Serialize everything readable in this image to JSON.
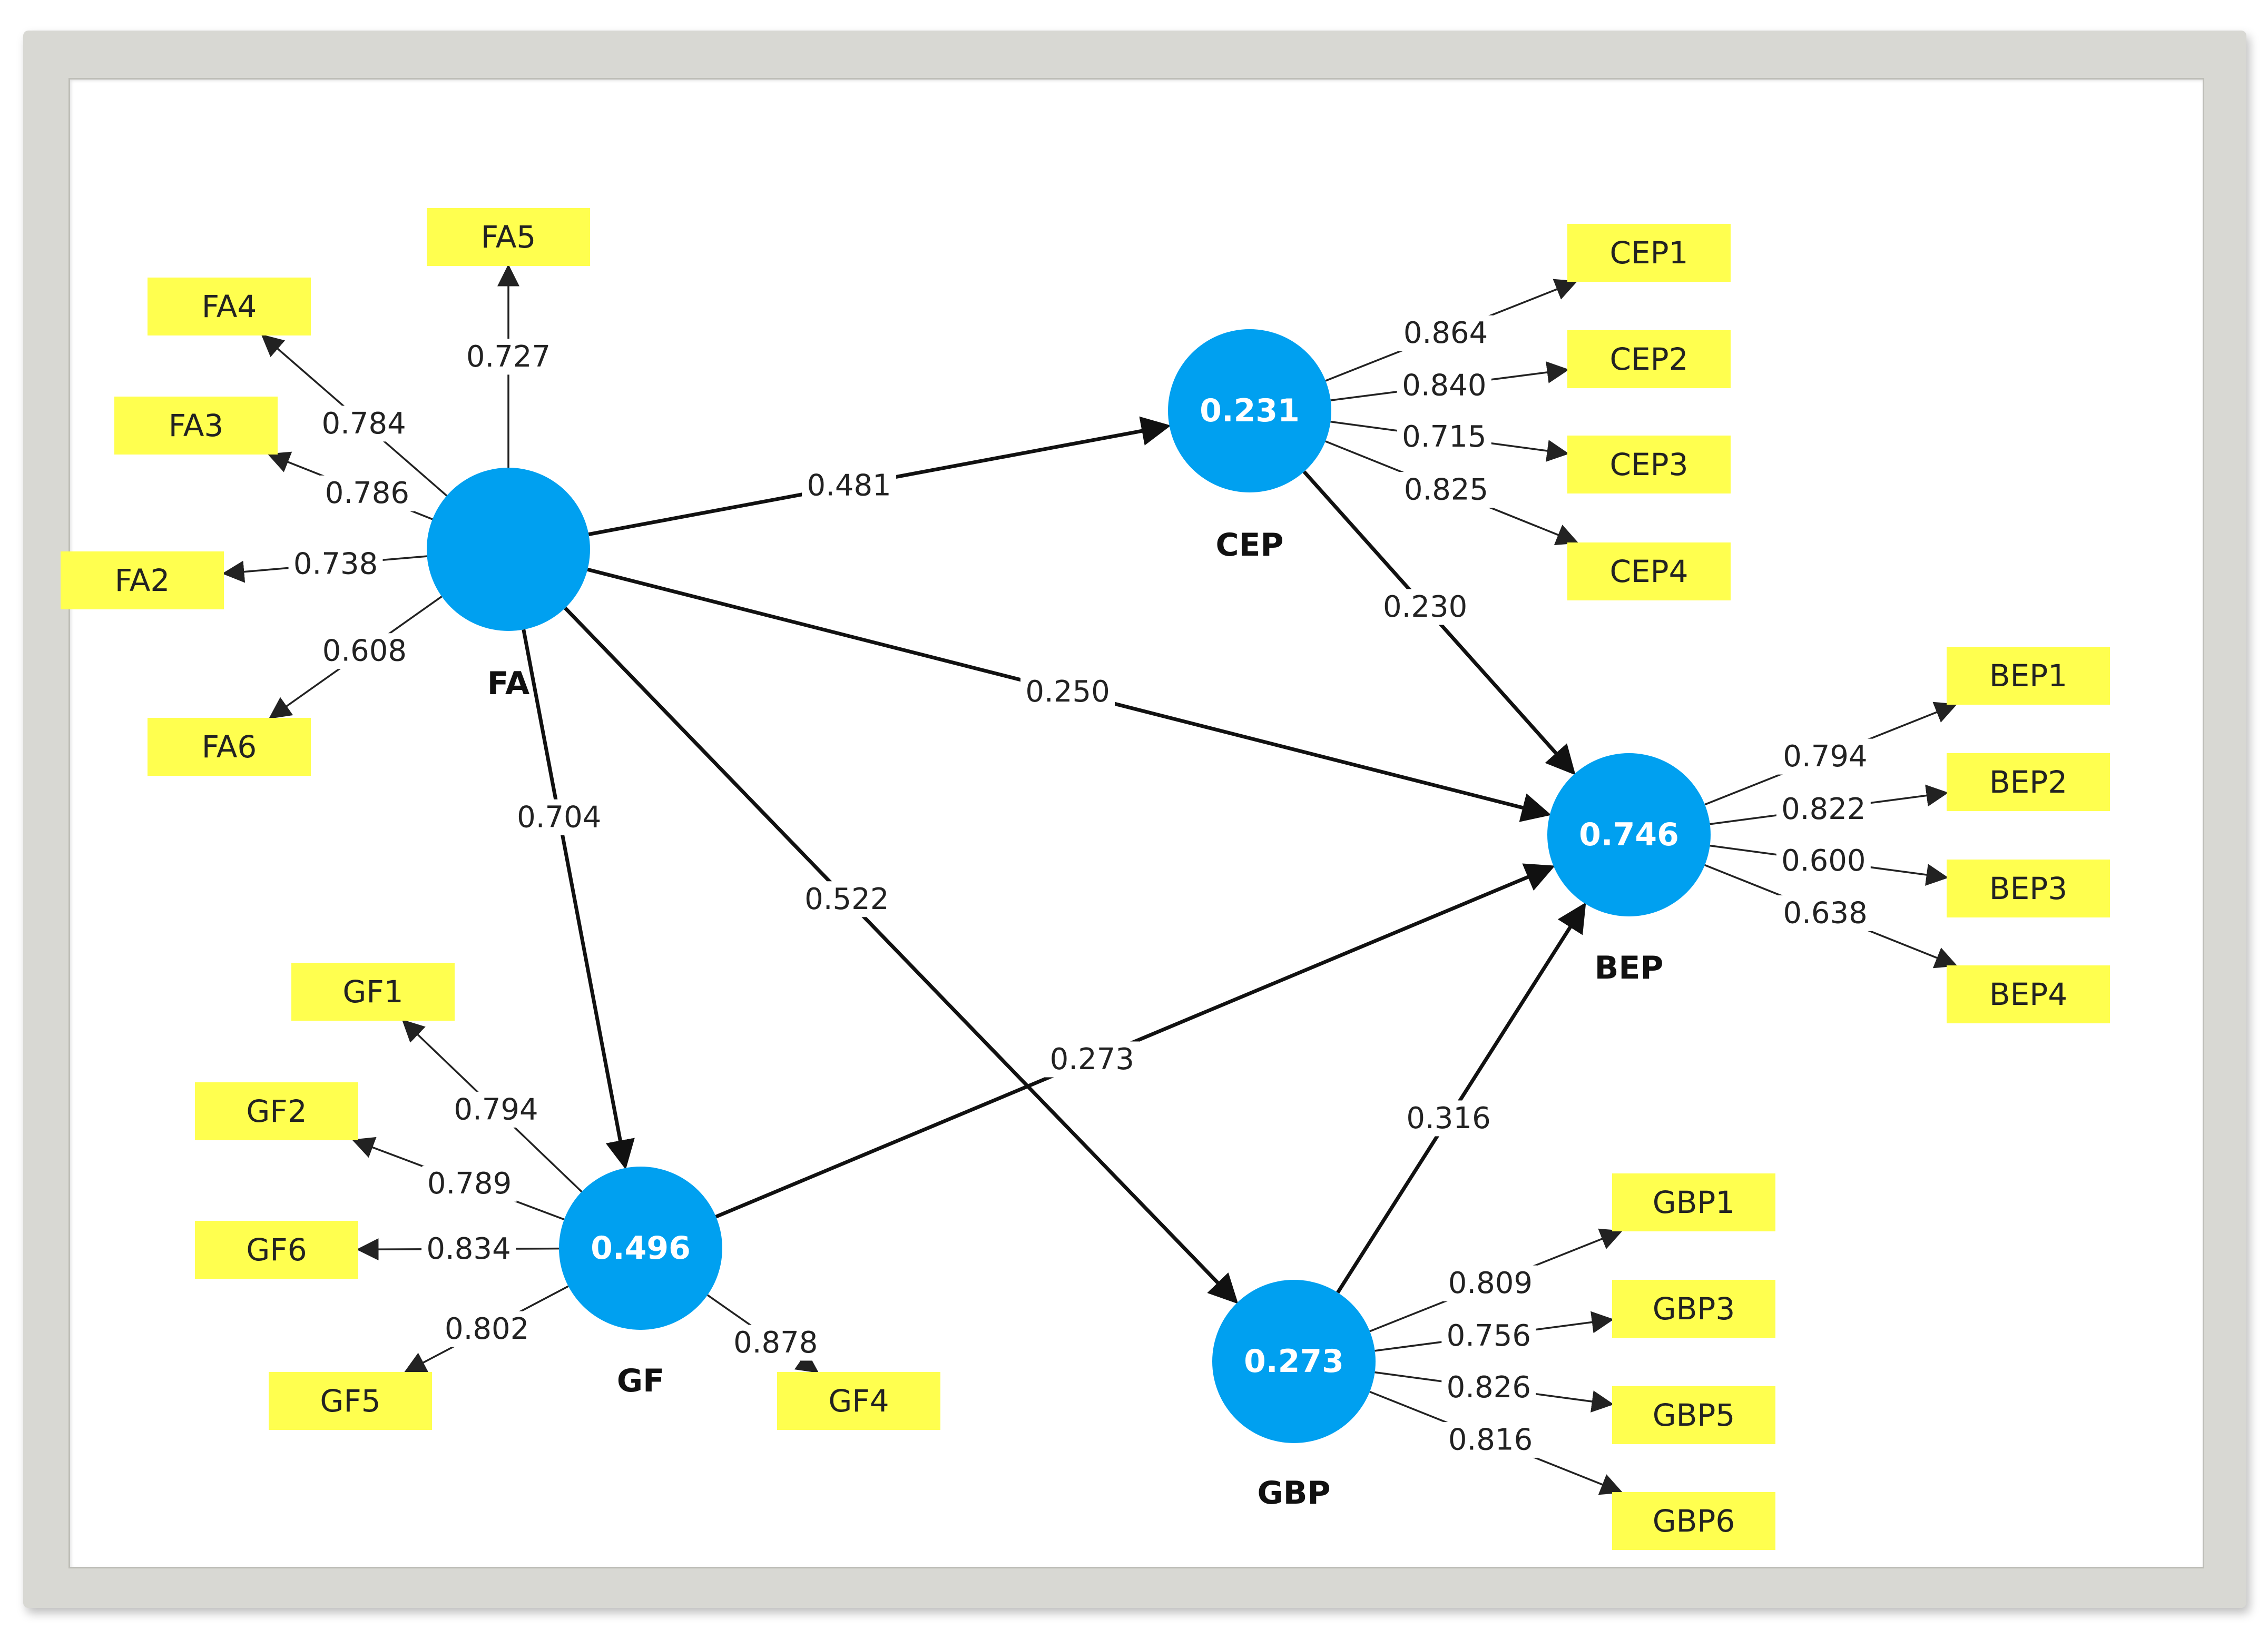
{
  "latents": [
    {
      "id": "FA",
      "name": "FA",
      "value": ""
    },
    {
      "id": "CEP",
      "name": "CEP",
      "value": "0.231"
    },
    {
      "id": "BEP",
      "name": "BEP",
      "value": "0.746"
    },
    {
      "id": "GF",
      "name": "GF",
      "value": "0.496"
    },
    {
      "id": "GBP",
      "name": "GBP",
      "value": "0.273"
    }
  ],
  "paths": [
    {
      "from": "FA",
      "to": "CEP",
      "coef": "0.481"
    },
    {
      "from": "FA",
      "to": "BEP",
      "coef": "0.250"
    },
    {
      "from": "FA",
      "to": "GF",
      "coef": "0.704"
    },
    {
      "from": "FA",
      "to": "GBP",
      "coef": "0.522"
    },
    {
      "from": "CEP",
      "to": "BEP",
      "coef": "0.230"
    },
    {
      "from": "GF",
      "to": "BEP",
      "coef": "0.273"
    },
    {
      "from": "GBP",
      "to": "BEP",
      "coef": "0.316"
    }
  ],
  "indicators": [
    {
      "latent": "FA",
      "name": "FA5",
      "loading": "0.727"
    },
    {
      "latent": "FA",
      "name": "FA4",
      "loading": "0.784"
    },
    {
      "latent": "FA",
      "name": "FA3",
      "loading": "0.786"
    },
    {
      "latent": "FA",
      "name": "FA2",
      "loading": "0.738"
    },
    {
      "latent": "FA",
      "name": "FA6",
      "loading": "0.608"
    },
    {
      "latent": "CEP",
      "name": "CEP1",
      "loading": "0.864"
    },
    {
      "latent": "CEP",
      "name": "CEP2",
      "loading": "0.840"
    },
    {
      "latent": "CEP",
      "name": "CEP3",
      "loading": "0.715"
    },
    {
      "latent": "CEP",
      "name": "CEP4",
      "loading": "0.825"
    },
    {
      "latent": "BEP",
      "name": "BEP1",
      "loading": "0.794"
    },
    {
      "latent": "BEP",
      "name": "BEP2",
      "loading": "0.822"
    },
    {
      "latent": "BEP",
      "name": "BEP3",
      "loading": "0.600"
    },
    {
      "latent": "BEP",
      "name": "BEP4",
      "loading": "0.638"
    },
    {
      "latent": "GF",
      "name": "GF1",
      "loading": "0.794"
    },
    {
      "latent": "GF",
      "name": "GF2",
      "loading": "0.789"
    },
    {
      "latent": "GF",
      "name": "GF6",
      "loading": "0.834"
    },
    {
      "latent": "GF",
      "name": "GF5",
      "loading": "0.802"
    },
    {
      "latent": "GF",
      "name": "GF4",
      "loading": "0.878"
    },
    {
      "latent": "GBP",
      "name": "GBP1",
      "loading": "0.809"
    },
    {
      "latent": "GBP",
      "name": "GBP3",
      "loading": "0.756"
    },
    {
      "latent": "GBP",
      "name": "GBP5",
      "loading": "0.826"
    },
    {
      "latent": "GBP",
      "name": "GBP6",
      "loading": "0.816"
    }
  ],
  "colors": {
    "latent_fill": "#00a0f0",
    "indicator_fill": "#ffff4f",
    "frame": "#d8d8d3"
  }
}
